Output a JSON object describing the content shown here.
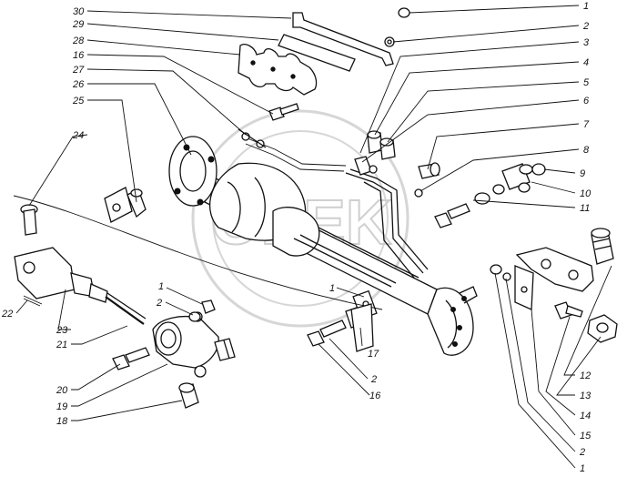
{
  "watermark": "OPEK",
  "callouts": {
    "c30": "30",
    "c29": "29",
    "c28": "28",
    "c16a": "16",
    "c27": "27",
    "c26": "26",
    "c25": "25",
    "c24": "24",
    "c22": "22",
    "c23": "23",
    "c21": "21",
    "c20": "20",
    "c19": "19",
    "c18": "18",
    "c1a": "1",
    "c2a": "2",
    "c1b": "1",
    "c17": "17",
    "c2b": "2",
    "c16b": "16",
    "c1c": "1",
    "c2c": "2",
    "c3": "3",
    "c4": "4",
    "c5": "5",
    "c6": "6",
    "c7": "7",
    "c8": "8",
    "c9": "9",
    "c10": "10",
    "c11": "11",
    "c12": "12",
    "c13": "13",
    "c14": "14",
    "c15": "15",
    "c2d": "2",
    "c1d": "1"
  }
}
